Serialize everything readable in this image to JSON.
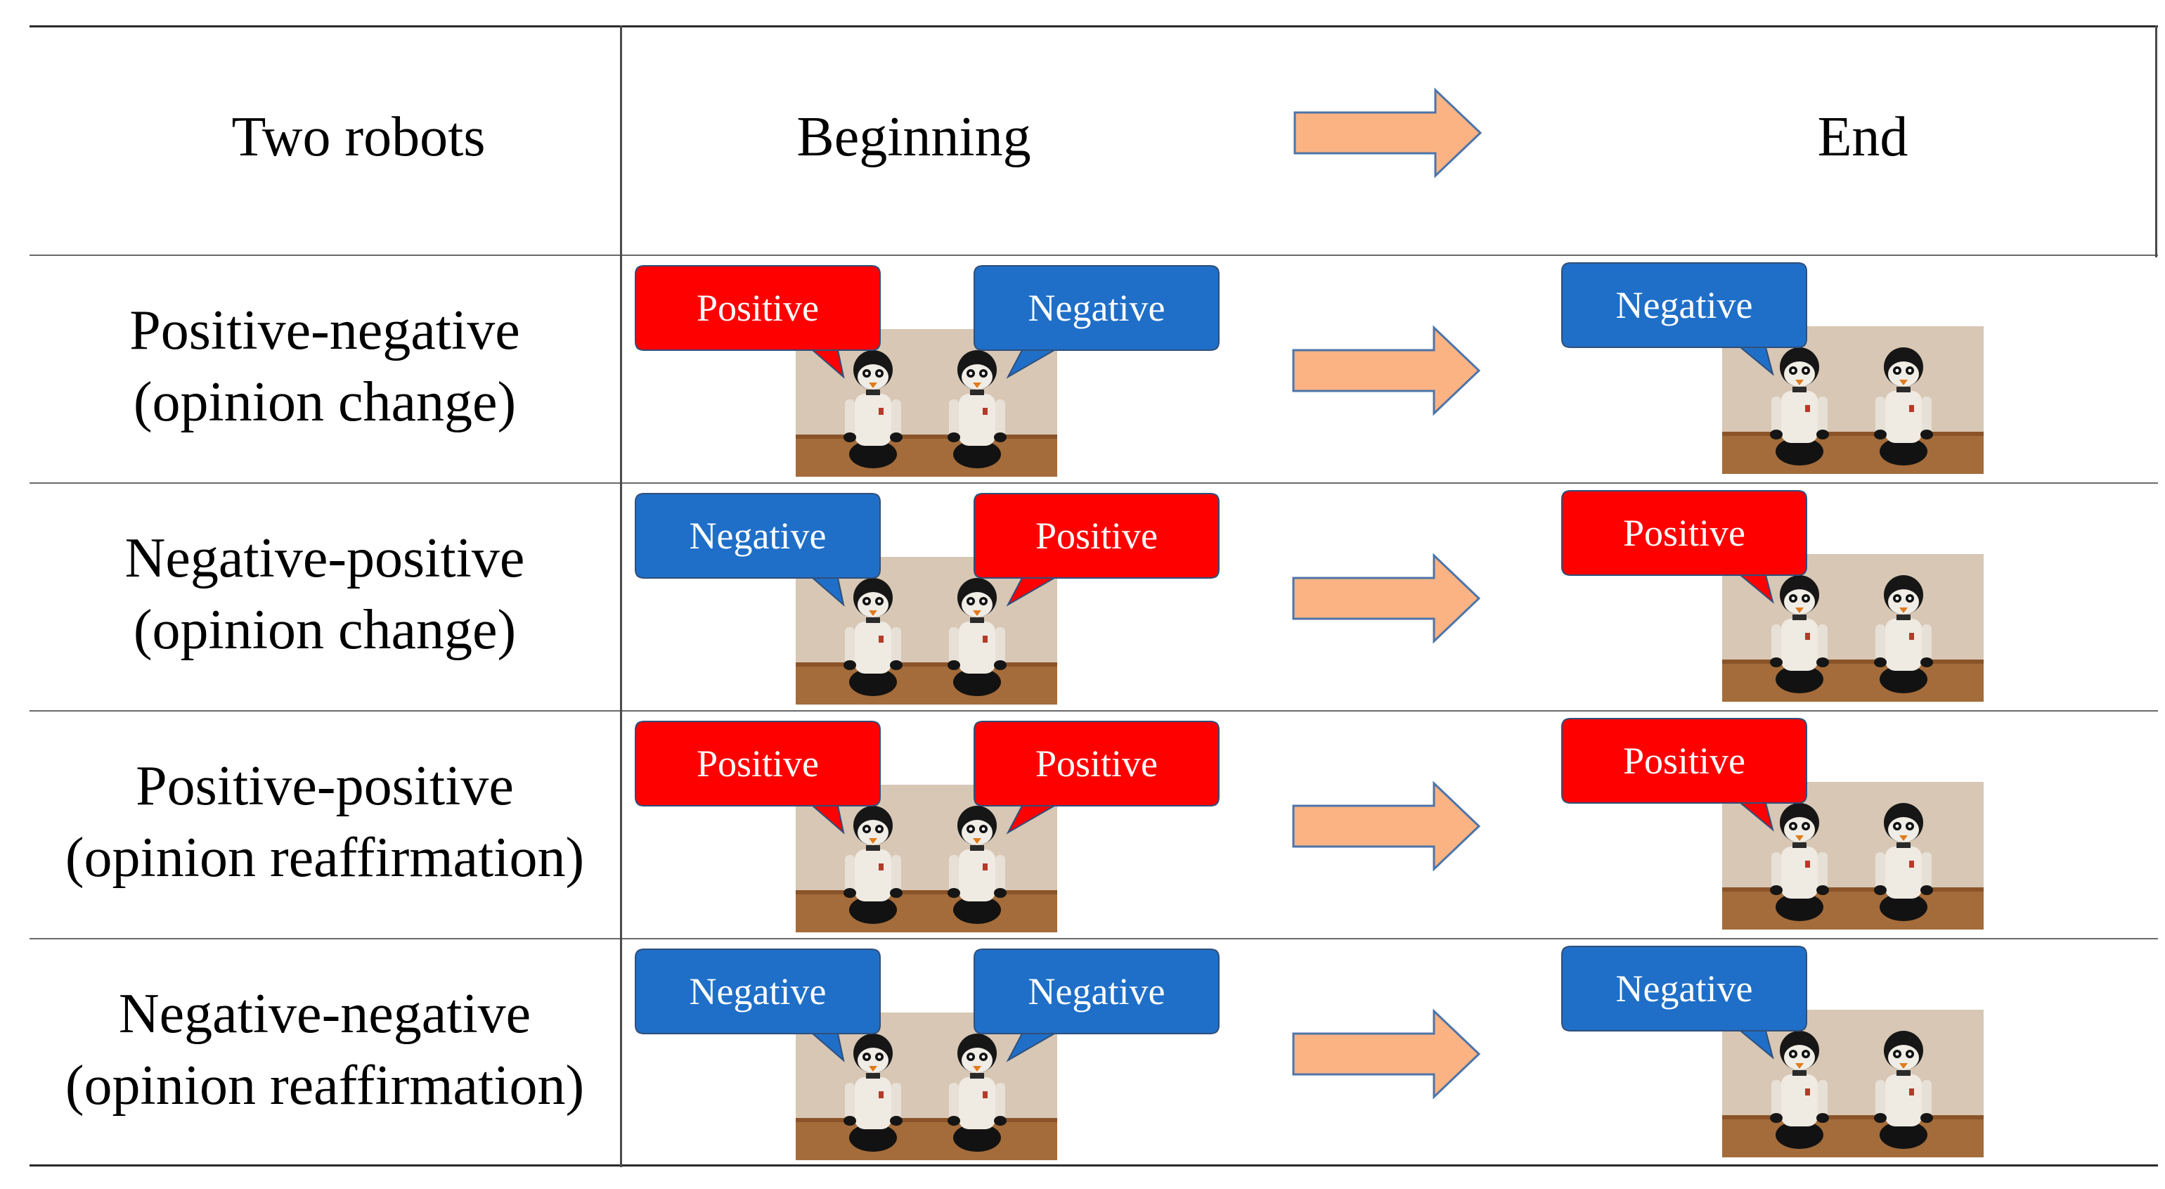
{
  "header": {
    "col1": "Two robots",
    "col2": "Beginning",
    "col3": "End"
  },
  "colors": {
    "positive": "#ff0000",
    "negative": "#1f6fc8",
    "arrow": "#fbb384",
    "arrow_stroke": "#4d74a8"
  },
  "rows": [
    {
      "line1": "Positive-negative",
      "line2": "(opinion change)",
      "begin_left": "Positive",
      "begin_right": "Negative",
      "end": "Negative"
    },
    {
      "line1": "Negative-positive",
      "line2": "(opinion change)",
      "begin_left": "Negative",
      "begin_right": "Positive",
      "end": "Positive"
    },
    {
      "line1": "Positive-positive",
      "line2": "(opinion reaffirmation)",
      "begin_left": "Positive",
      "begin_right": "Positive",
      "end": "Positive"
    },
    {
      "line1": "Negative-negative",
      "line2": "(opinion reaffirmation)",
      "begin_left": "Negative",
      "begin_right": "Negative",
      "end": "Negative"
    }
  ]
}
